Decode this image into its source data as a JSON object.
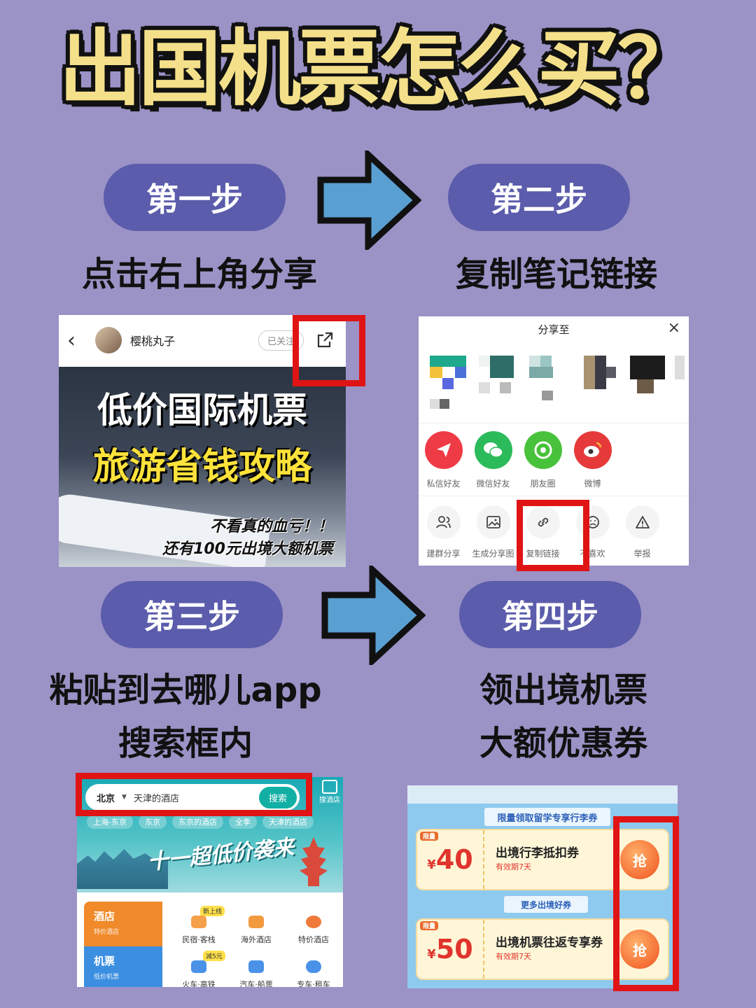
{
  "title": "出国机票怎么买？",
  "steps": [
    {
      "label": "第一步",
      "caption": "点击右上角分享"
    },
    {
      "label": "第二步",
      "caption": "复制笔记链接"
    },
    {
      "label": "第三步",
      "caption_line1": "粘贴到去哪儿app",
      "caption_line2": "搜索框内"
    },
    {
      "label": "第四步",
      "caption_line1": "领出境机票",
      "caption_line2": "大额优惠券"
    }
  ],
  "shot1": {
    "username": "樱桃丸子",
    "follow_label": "已关注",
    "cover_line1": "低价国际机票",
    "cover_line2": "旅游省钱攻略",
    "note_line1": "不看真的血亏！！",
    "note_line2": "还有100元出境大额机票"
  },
  "shot2": {
    "title": "分享至",
    "share_targets": [
      "私信好友",
      "微信好友",
      "朋友圈",
      "微博"
    ],
    "actions": [
      "建群分享",
      "生成分享图",
      "复制链接",
      "不喜欢",
      "举报"
    ]
  },
  "shot3": {
    "city": "北京",
    "query": "天津的酒店",
    "search_button": "搜索",
    "hotel_icon_label": "搜酒店",
    "tags": [
      "上海-东京",
      "东京",
      "东京的酒店",
      "全季",
      "天津的酒店"
    ],
    "banner": "十一超低价袭来",
    "categories": [
      {
        "title": "酒店",
        "sub": "特价酒店"
      },
      {
        "title": "机票",
        "sub": "低价机票"
      }
    ],
    "cells": [
      "民宿·客栈",
      "海外酒店",
      "特价酒店",
      "火车·高铁",
      "汽车·船票",
      "专车·租车"
    ],
    "badges": [
      "新上线",
      "减5元"
    ]
  },
  "shot4": {
    "header": "限量领取留学专享行李券",
    "header2": "更多出境好券",
    "coupons": [
      {
        "tag": "限量",
        "currency": "¥",
        "amount": "40",
        "title": "出境行李抵扣券",
        "validity": "有效期7天",
        "grab": "抢"
      },
      {
        "tag": "限量",
        "currency": "¥",
        "amount": "50",
        "title": "出境机票往返专享券",
        "validity": "有效期7天",
        "grab": "抢"
      }
    ]
  }
}
